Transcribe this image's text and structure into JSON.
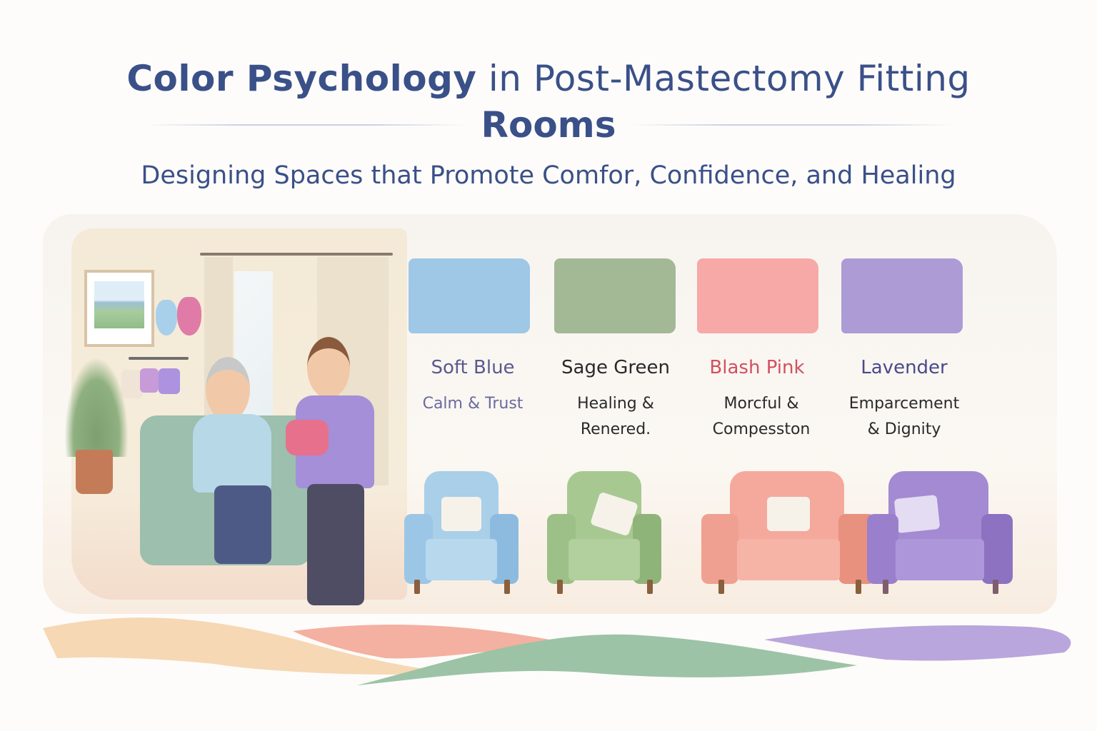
{
  "header": {
    "title_bold": "Color Psychology",
    "title_rest": " in Post-Mastectomy Fitting",
    "title_line2": "Rooms",
    "subtitle": "Designing Spaces that Promote Comfor, Confidence, and Healing"
  },
  "palette": [
    {
      "name": "Soft Blue",
      "description_line1": "Calm & Trust",
      "description_line2": "",
      "swatch_color": "#9fc7e6",
      "name_color": "#5a5a8e",
      "desc_color": "#6a6aa0",
      "chair_color": "#a9cfe9",
      "chair_dark": "#8dbbe0"
    },
    {
      "name": "Sage Green",
      "description_line1": "Healing &",
      "description_line2": "Renered.",
      "swatch_color": "#a3b996",
      "name_color": "#2a2a2a",
      "desc_color": "#2a2a2a",
      "chair_color": "#a8c892",
      "chair_dark": "#8fb47a"
    },
    {
      "name": "Blash Pink",
      "description_line1": "Morcful &",
      "description_line2": "Compesston",
      "swatch_color": "#f6a9a6",
      "name_color": "#d2505e",
      "desc_color": "#2a2a2a",
      "chair_color": "#f4a99c",
      "chair_dark": "#e8917f"
    },
    {
      "name": "Lavender",
      "description_line1": "Emparcement",
      "description_line2": "& Dignity",
      "swatch_color": "#ad9bd6",
      "name_color": "#4a4a8a",
      "desc_color": "#2a2a2a",
      "chair_color": "#a48ad2",
      "chair_dark": "#8d72c2"
    }
  ],
  "colors": {
    "title": "#3a5088",
    "background": "#fdfcfa",
    "wave_peach": "#f6d8b4",
    "wave_pink": "#f4b0a0",
    "wave_green": "#9cc3a6",
    "wave_lavender": "#b9a6dc"
  }
}
